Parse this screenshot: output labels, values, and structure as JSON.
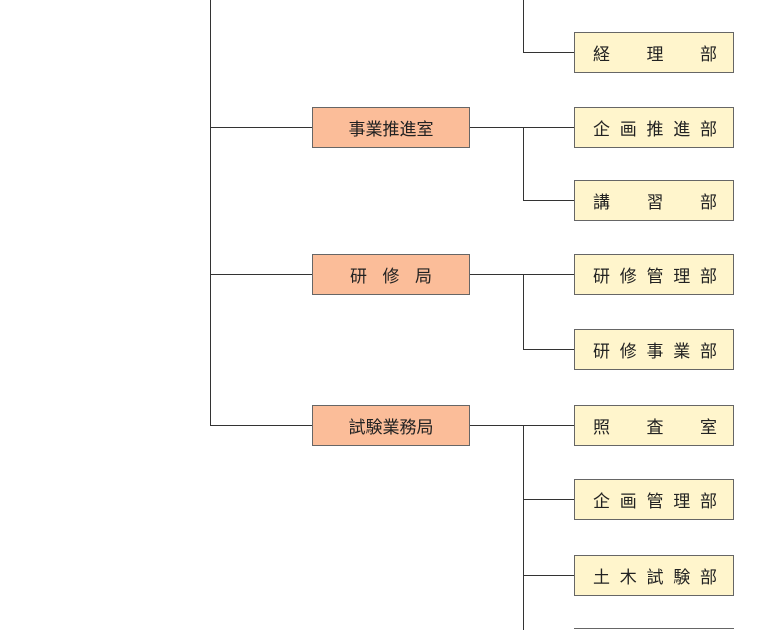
{
  "colors": {
    "division_fill": "#fbbd99",
    "department_fill": "#fff5cc",
    "line": "#333333",
    "border": "#666666"
  },
  "divisions": [
    {
      "id": "jigyo",
      "name": "事業推進室",
      "departments": [
        {
          "name": "企画推進部"
        },
        {
          "name": "講習部"
        }
      ]
    },
    {
      "id": "kenshu",
      "name": "研修局",
      "departments": [
        {
          "name": "研修管理部"
        },
        {
          "name": "研修事業部"
        }
      ]
    },
    {
      "id": "shiken",
      "name": "試験業務局",
      "departments": [
        {
          "name": "照査室"
        },
        {
          "name": "企画管理部"
        },
        {
          "name": "土木試験部"
        }
      ]
    }
  ],
  "top_department": {
    "name": "経理部"
  }
}
